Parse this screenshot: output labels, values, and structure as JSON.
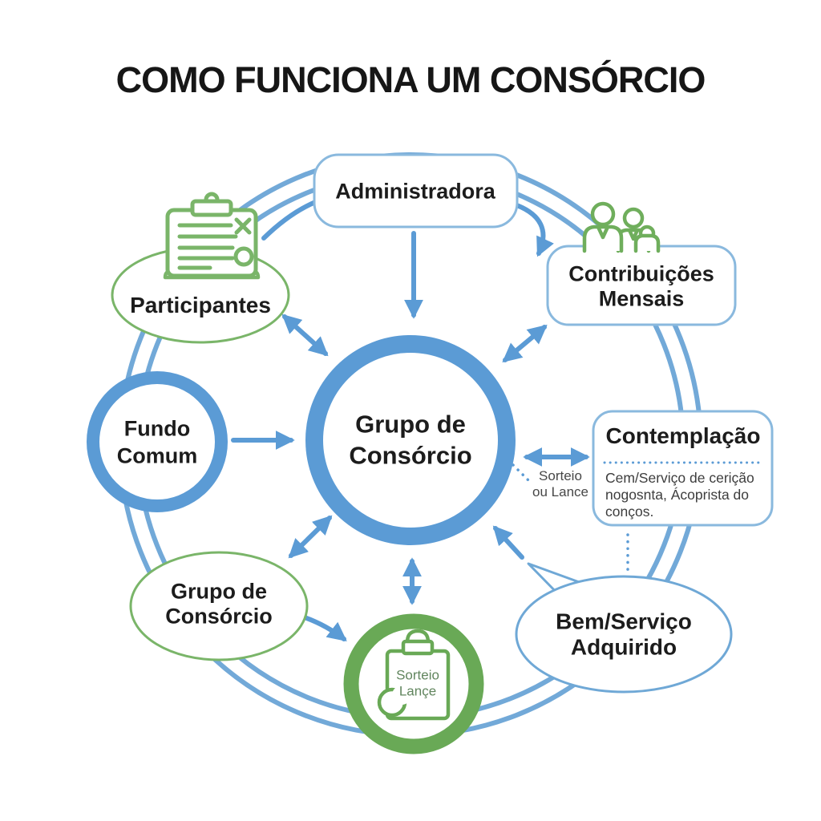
{
  "title": "COMO FUNCIONA UM CONSÓRCIO",
  "colors": {
    "blue": "#5b9bd5",
    "blue_ring_bg": "#72a9d8",
    "light_blue_border": "#8ab9de",
    "green_outline": "#7ab569",
    "green_ring": "#69a956",
    "text_dark": "#1c1c1c"
  },
  "nodes": {
    "administradora": {
      "label": "Administradora"
    },
    "participantes": {
      "label": "Participantes",
      "icon": "contract-clipboard-icon"
    },
    "contribuicoes_mensais": {
      "line1": "Contribuições",
      "line2": "Mensais",
      "icon": "members-group-icon"
    },
    "grupo_de_consorcio_centro": {
      "line1": "Grupo de",
      "line2": "Consórcio"
    },
    "fundo_comum": {
      "line1": "Fundo",
      "line2": "Comum"
    },
    "contemplacao": {
      "title": "Contemplação",
      "body": "Cem/Serviço de cerição nogosnta, Ácoprista do conços."
    },
    "grupo_de_consorcio_inferior": {
      "line1": "Grupo de",
      "line2": "Consórcio"
    },
    "sorteio_lance_circulo": {
      "line1": "Sorteio",
      "line2": "Lançe",
      "icon": "draw-clipboard-icon"
    },
    "bem_servico_adquirido": {
      "line1": "Bem/Serviço",
      "line2": "Adquirido"
    }
  },
  "annotations": {
    "sorteio_ou_lance": {
      "line1": "Sorteio",
      "line2": "ou Lance"
    }
  }
}
